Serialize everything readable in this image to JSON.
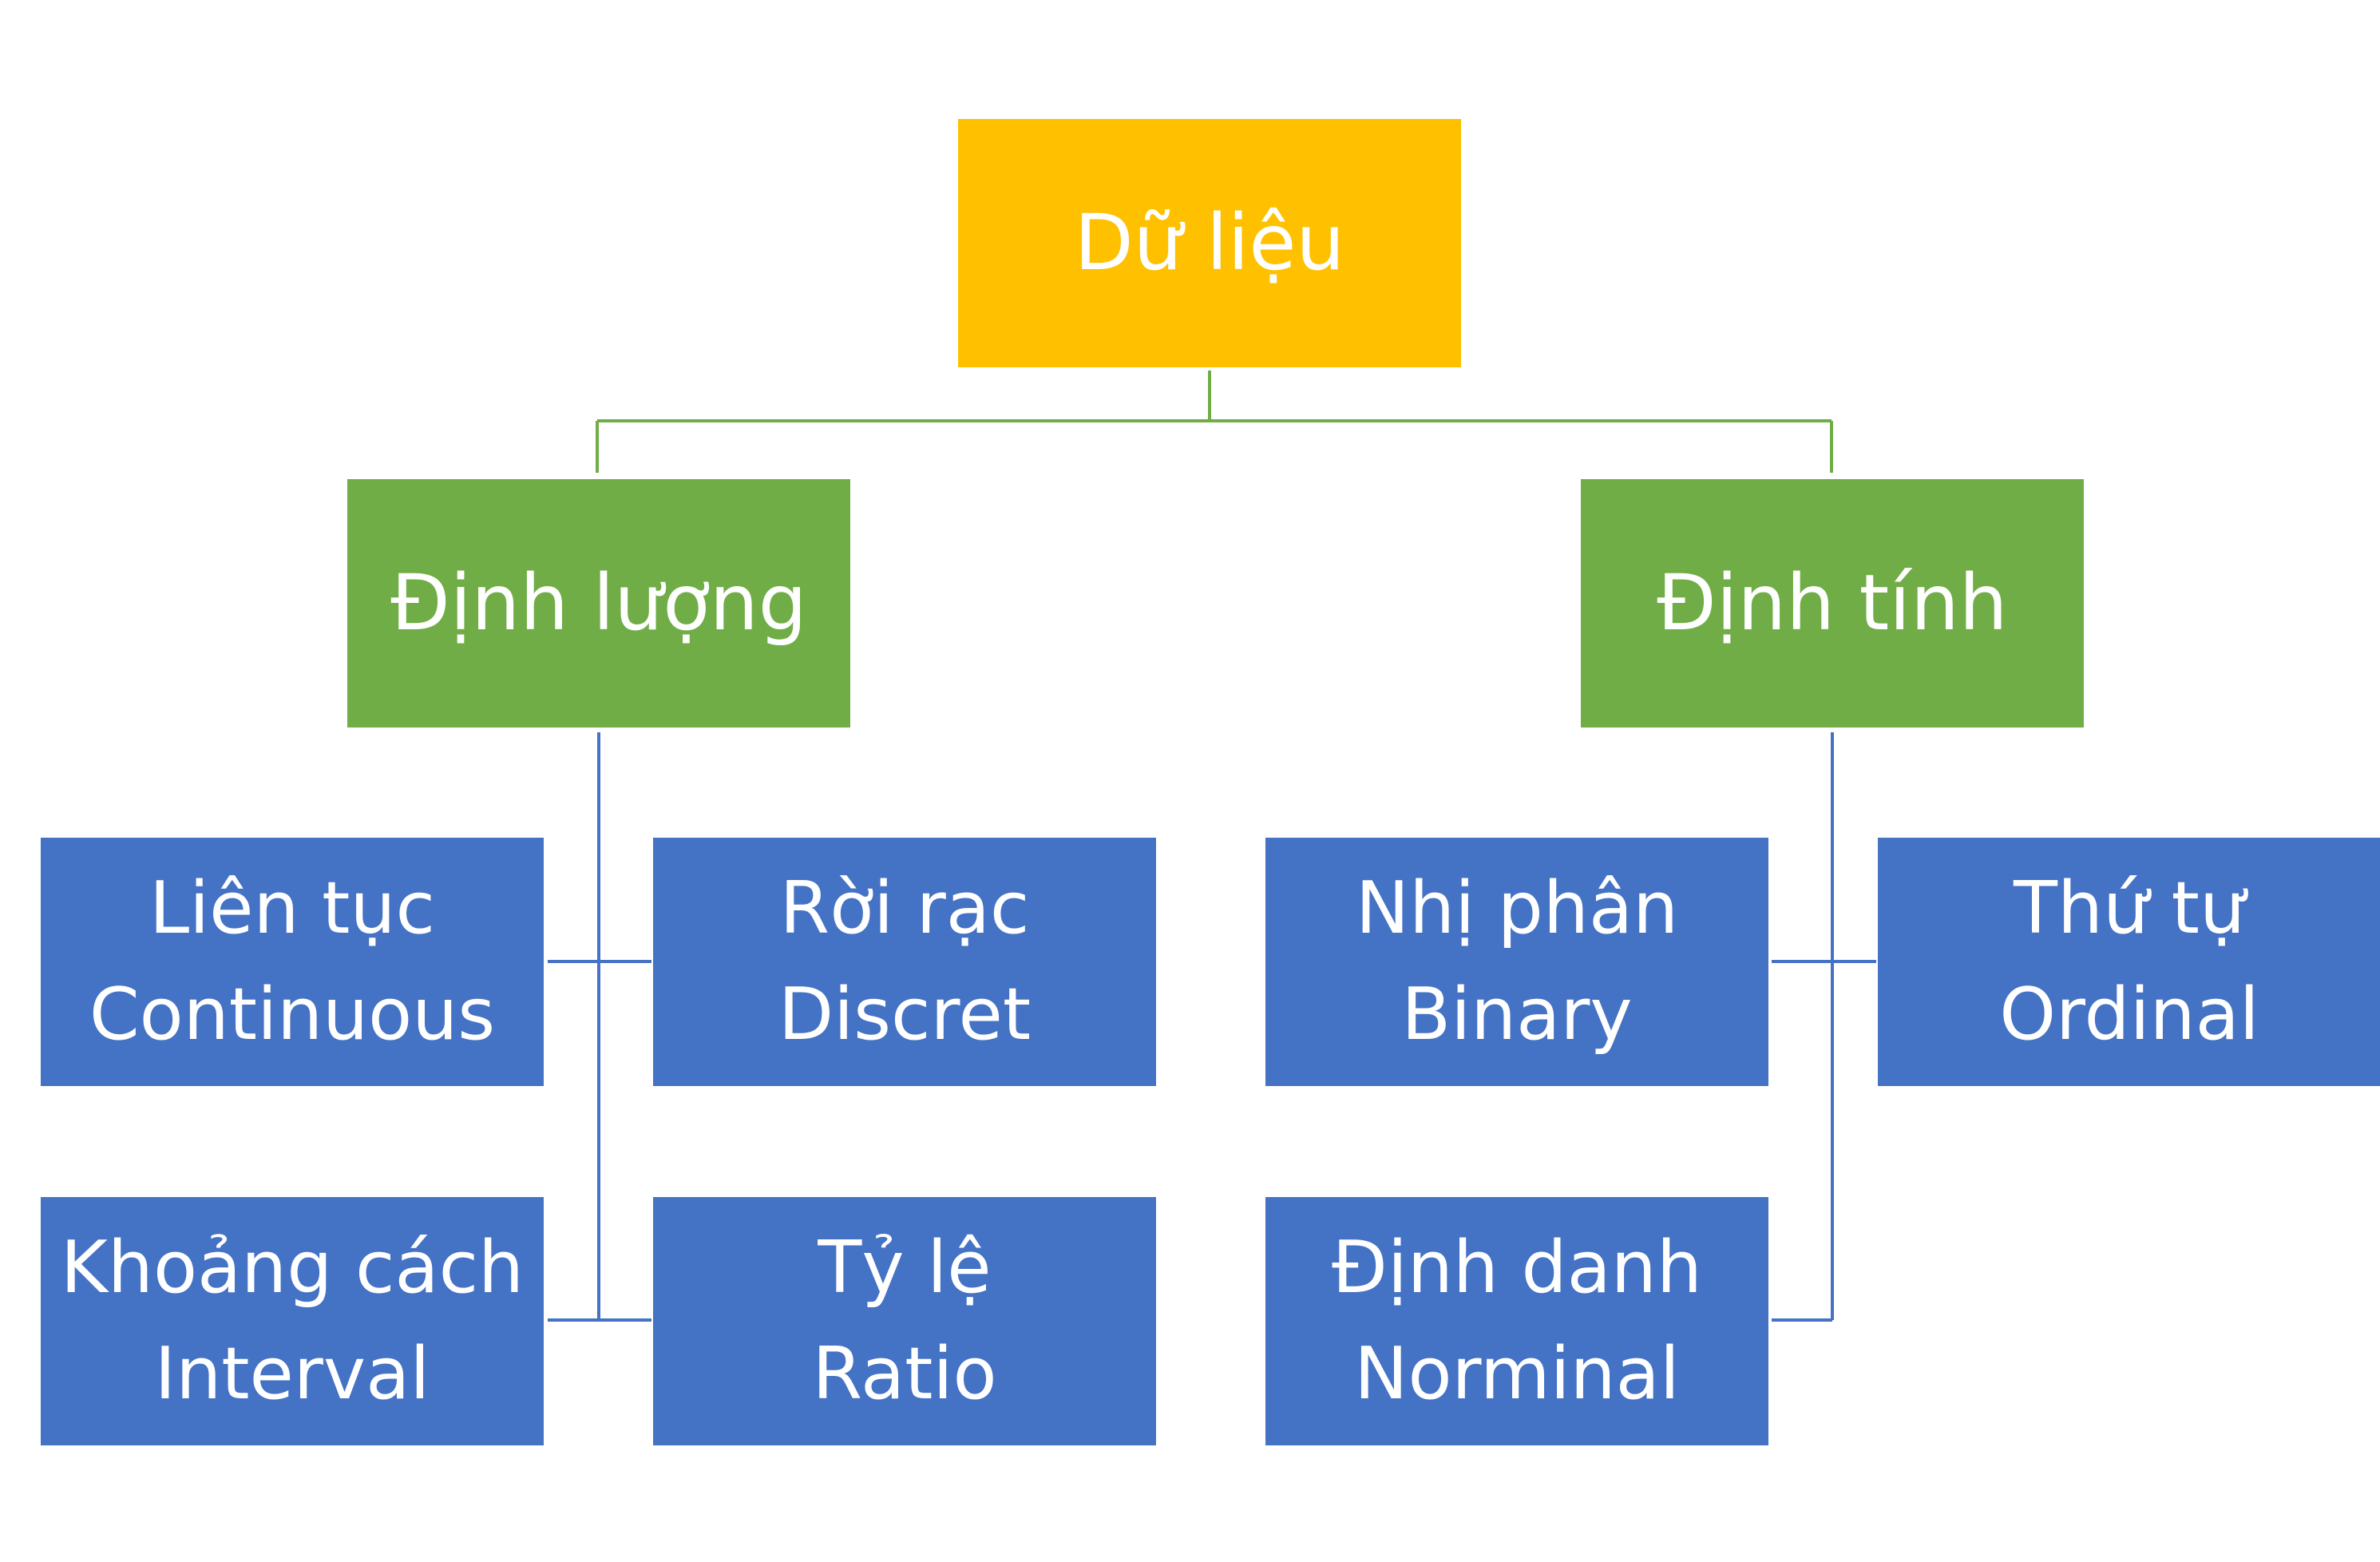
{
  "colors": {
    "root": "#FFC000",
    "category": "#70AD47",
    "leaf": "#4472C4",
    "root_connector": "#70AD47",
    "leaf_connector": "#4472C4"
  },
  "root": {
    "label": "Dữ liệu"
  },
  "categories": {
    "quantitative": {
      "label": "Định lượng",
      "children": {
        "continuous": {
          "vi": "Liên tục",
          "en": "Continuous"
        },
        "discrete": {
          "vi": "Rời rạc",
          "en": "Discret"
        },
        "interval": {
          "vi": "Khoảng cách",
          "en": "Interval"
        },
        "ratio": {
          "vi": "Tỷ lệ",
          "en": "Ratio"
        }
      }
    },
    "qualitative": {
      "label": "Định tính",
      "children": {
        "binary": {
          "vi": "Nhị phân",
          "en": "Binary"
        },
        "ordinal": {
          "vi": "Thứ tự",
          "en": "Ordinal"
        },
        "nominal": {
          "vi": "Định danh",
          "en": "Norminal"
        }
      }
    }
  }
}
